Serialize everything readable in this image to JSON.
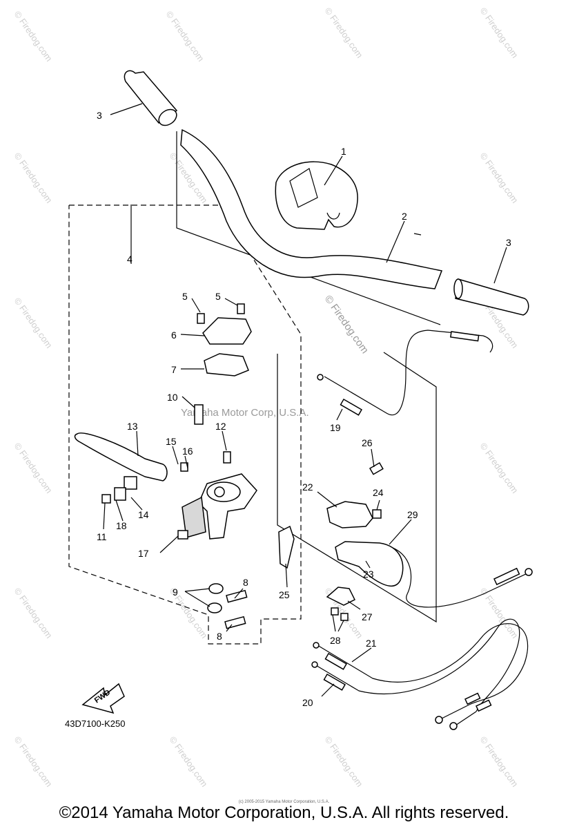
{
  "watermarks": {
    "firedog": "© Firedog.com",
    "center_firedog": "© Firedog.com",
    "center_yamaha": "Yamaha Motor Corp, U.S.A."
  },
  "labels": {
    "p1": "1",
    "p2": "2",
    "p3a": "3",
    "p3b": "3",
    "p4": "4",
    "p5a": "5",
    "p5b": "5",
    "p6": "6",
    "p7": "7",
    "p8a": "8",
    "p8b": "8",
    "p9": "9",
    "p10": "10",
    "p11": "11",
    "p12": "12",
    "p13": "13",
    "p14": "14",
    "p15": "15",
    "p16": "16",
    "p17": "17",
    "p18": "18",
    "p19": "19",
    "p20": "20",
    "p21": "21",
    "p22": "22",
    "p23": "23",
    "p24": "24",
    "p25": "25",
    "p26": "26",
    "p27": "27",
    "p28": "28",
    "p29": "29"
  },
  "fwd": "FWD",
  "drawing_code": "43D7100-K250",
  "copyright": "©2014 Yamaha Motor Corporation, U.S.A. All rights reserved.",
  "tiny_copyright": "(c) 2005-2015 Yamaha Motor Corporation, U.S.A."
}
